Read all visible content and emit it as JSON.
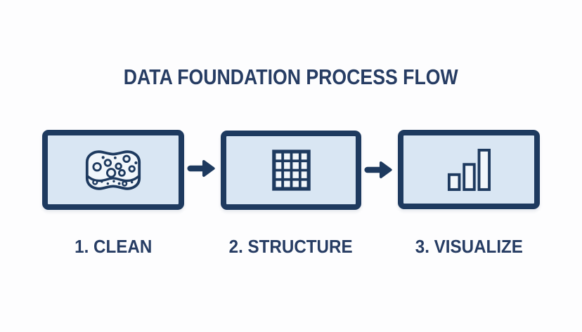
{
  "title": "DATA FOUNDATION PROCESS FLOW",
  "colors": {
    "navy": "#1e3a5f",
    "text_navy": "#263c63",
    "box_fill": "#d9e6f3",
    "icon_fill": "#f1f6fb",
    "background": "#fdfdfe"
  },
  "steps": [
    {
      "label": "1. CLEAN",
      "icon": "sponge-icon"
    },
    {
      "label": "2. STRUCTURE",
      "icon": "table-grid-icon"
    },
    {
      "label": "3. VISUALIZE",
      "icon": "bar-chart-icon"
    }
  ],
  "connectors": [
    {
      "icon": "arrow-right-icon"
    },
    {
      "icon": "arrow-right-icon"
    }
  ]
}
